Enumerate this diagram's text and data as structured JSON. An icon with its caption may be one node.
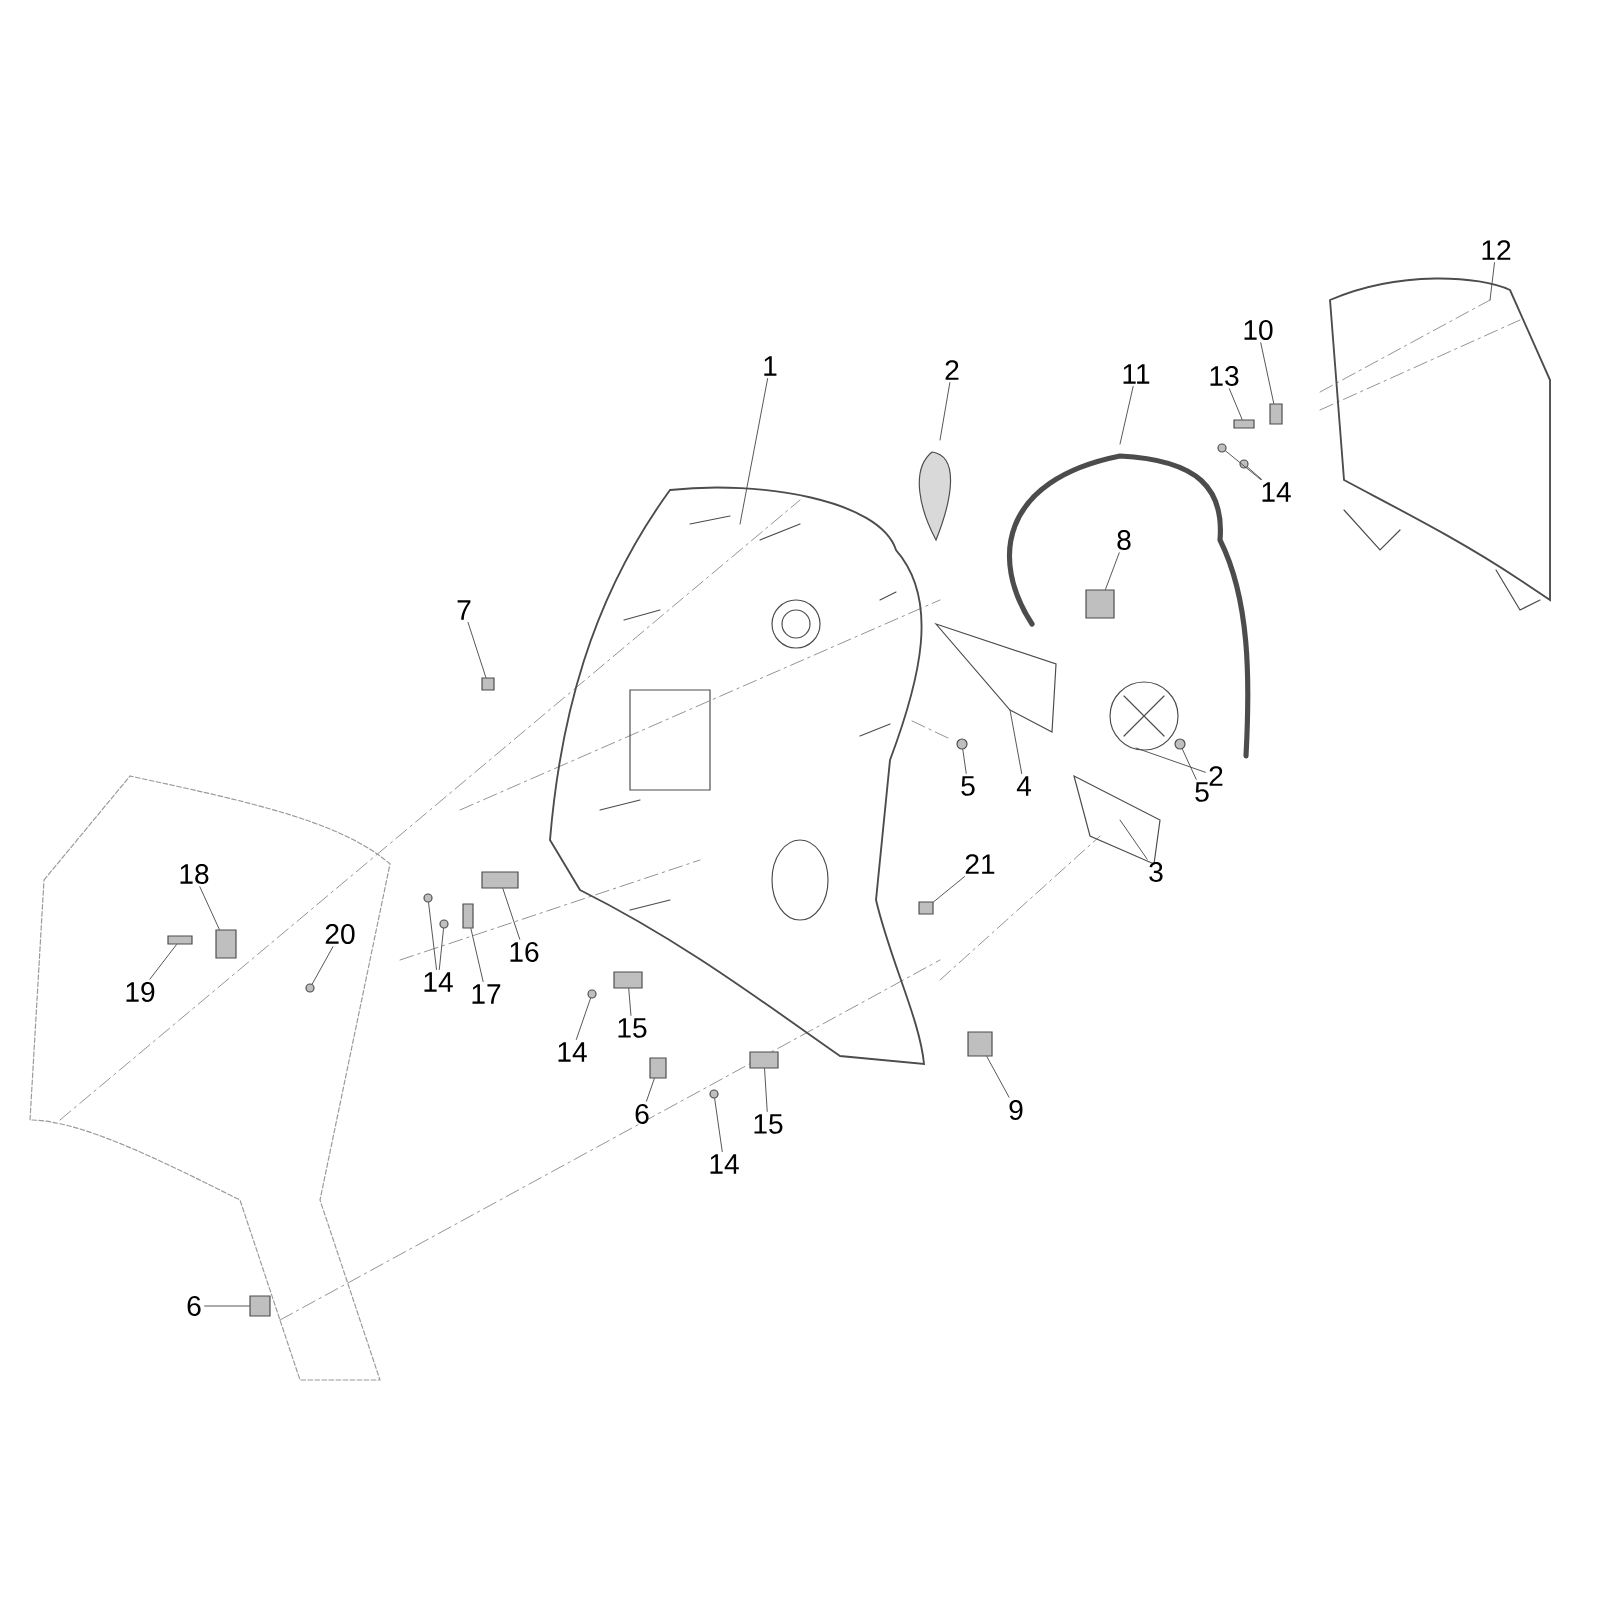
{
  "diagram": {
    "nodes": [
      {
        "text": [
          "1"
        ]
      },
      {
        "text": [
          "2"
        ]
      },
      {
        "text": [
          "7"
        ]
      },
      {
        "text": [
          "8"
        ]
      },
      {
        "text": [
          "11"
        ]
      },
      {
        "text": [
          "10"
        ]
      },
      {
        "text": [
          "13"
        ]
      },
      {
        "text": [
          "14"
        ]
      },
      {
        "text": [
          "12"
        ]
      },
      {
        "text": [
          "4"
        ]
      },
      {
        "text": [
          "5"
        ]
      },
      {
        "text": [
          "2"
        ]
      },
      {
        "text": [
          "5"
        ]
      },
      {
        "text": [
          "3"
        ]
      },
      {
        "text": [
          "21"
        ]
      },
      {
        "text": [
          "9"
        ]
      },
      {
        "text": [
          "18"
        ]
      },
      {
        "text": [
          "19"
        ]
      },
      {
        "text": [
          "20"
        ]
      },
      {
        "text": [
          "14"
        ]
      },
      {
        "text": [
          "17"
        ]
      },
      {
        "text": [
          "16"
        ]
      },
      {
        "text": [
          "14"
        ]
      },
      {
        "text": [
          "15"
        ]
      },
      {
        "text": [
          "6"
        ]
      },
      {
        "text": [
          "14"
        ]
      },
      {
        "text": [
          "15"
        ]
      },
      {
        "text": [
          "6"
        ]
      },
      {
        "text": [],
        "shape": "box"
      },
      {
        "text": [],
        "shape": "box"
      },
      {
        "text": [],
        "shape": "box"
      },
      {
        "text": [],
        "shape": "box"
      },
      {
        "text": [],
        "shape": "circle"
      },
      {
        "text": [],
        "shape": "circle"
      },
      {
        "text": [],
        "shape": "circle"
      },
      {
        "text": [],
        "shape": "circle"
      },
      {
        "text": [],
        "shape": "box"
      },
      {
        "text": [],
        "shape": "box"
      },
      {
        "text": [],
        "shape": "box"
      },
      {
        "text": [],
        "shape": "box"
      },
      {
        "text": [],
        "shape": "circle"
      },
      {
        "text": [],
        "shape": "circle"
      },
      {
        "text": [],
        "shape": "circle"
      },
      {
        "text": [],
        "shape": "box"
      },
      {
        "text": [],
        "shape": "box"
      },
      {
        "text": [],
        "shape": "circle"
      },
      {
        "text": [],
        "shape": "box"
      },
      {
        "text": [],
        "shape": "box"
      },
      {
        "text": [],
        "shape": "circle"
      },
      {
        "text": [],
        "shape": "box"
      },
      {
        "text": [],
        "shape": "box"
      }
    ],
    "edges": [
      {
        "from": 0,
        "to": null,
        "arrow": "none"
      },
      {
        "from": 1,
        "to": null,
        "arrow": "none"
      },
      {
        "from": 2,
        "to": 28,
        "arrow": "none"
      },
      {
        "from": 3,
        "to": 29,
        "arrow": "none"
      },
      {
        "from": 4,
        "to": null,
        "arrow": "none"
      },
      {
        "from": 5,
        "to": 30,
        "arrow": "none"
      },
      {
        "from": 6,
        "to": 31,
        "arrow": "none"
      },
      {
        "from": 7,
        "to": 32,
        "arrow": "none"
      },
      {
        "from": 7,
        "to": 33,
        "arrow": "none"
      },
      {
        "from": 8,
        "to": null,
        "arrow": "none"
      },
      {
        "from": 9,
        "to": null,
        "arrow": "none"
      },
      {
        "from": 10,
        "to": 34,
        "arrow": "none"
      },
      {
        "from": 11,
        "to": null,
        "arrow": "none"
      },
      {
        "from": 12,
        "to": 35,
        "arrow": "none"
      },
      {
        "from": 13,
        "to": null,
        "arrow": "none"
      },
      {
        "from": 14,
        "to": 36,
        "arrow": "none"
      },
      {
        "from": 15,
        "to": 37,
        "arrow": "none"
      },
      {
        "from": 16,
        "to": 38,
        "arrow": "none"
      },
      {
        "from": 17,
        "to": 39,
        "arrow": "none"
      },
      {
        "from": 18,
        "to": 40,
        "arrow": "none"
      },
      {
        "from": 19,
        "to": 41,
        "arrow": "none"
      },
      {
        "from": 19,
        "to": 42,
        "arrow": "none"
      },
      {
        "from": 20,
        "to": 43,
        "arrow": "none"
      },
      {
        "from": 21,
        "to": 44,
        "arrow": "none"
      },
      {
        "from": 22,
        "to": 45,
        "arrow": "none"
      },
      {
        "from": 23,
        "to": 46,
        "arrow": "none"
      },
      {
        "from": 24,
        "to": 47,
        "arrow": "none"
      },
      {
        "from": 25,
        "to": 48,
        "arrow": "none"
      },
      {
        "from": 26,
        "to": 49,
        "arrow": "none"
      },
      {
        "from": 27,
        "to": 50,
        "arrow": "none"
      }
    ]
  }
}
